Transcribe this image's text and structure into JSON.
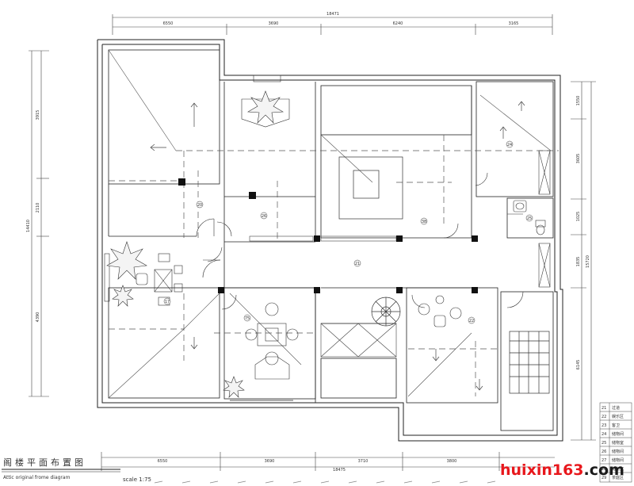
{
  "dimensions": {
    "top_total": "18471",
    "top": [
      "6550",
      "3690",
      "6240",
      "3165"
    ],
    "bottom_total": "18475",
    "bottom": [
      "6550",
      "3690",
      "3710",
      "3800"
    ],
    "left_total": "14410",
    "left": [
      "3915",
      "2110",
      "4390"
    ],
    "right_total": "15720",
    "right": [
      "1550",
      "3605",
      "1025",
      "1835",
      "6145"
    ]
  },
  "rooms": [
    "20",
    "26",
    "38",
    "24",
    "25",
    "21",
    "17",
    "75",
    "22"
  ],
  "legend": [
    {
      "no": "21",
      "label": "过道"
    },
    {
      "no": "22",
      "label": "娱乐区"
    },
    {
      "no": "23",
      "label": "客卫"
    },
    {
      "no": "24",
      "label": "储物间"
    },
    {
      "no": "25",
      "label": "储物室"
    },
    {
      "no": "26",
      "label": "储物间"
    },
    {
      "no": "27",
      "label": "储物间"
    },
    {
      "no": "28",
      "label": "储物室"
    },
    {
      "no": "29",
      "label": "茶庭区"
    }
  ],
  "title": {
    "cn": "阁楼平面布置图",
    "en": "Attic original frome diagram",
    "scale": "scale 1:75"
  },
  "watermark": {
    "main": "huixin163",
    "suffix": ".com"
  }
}
